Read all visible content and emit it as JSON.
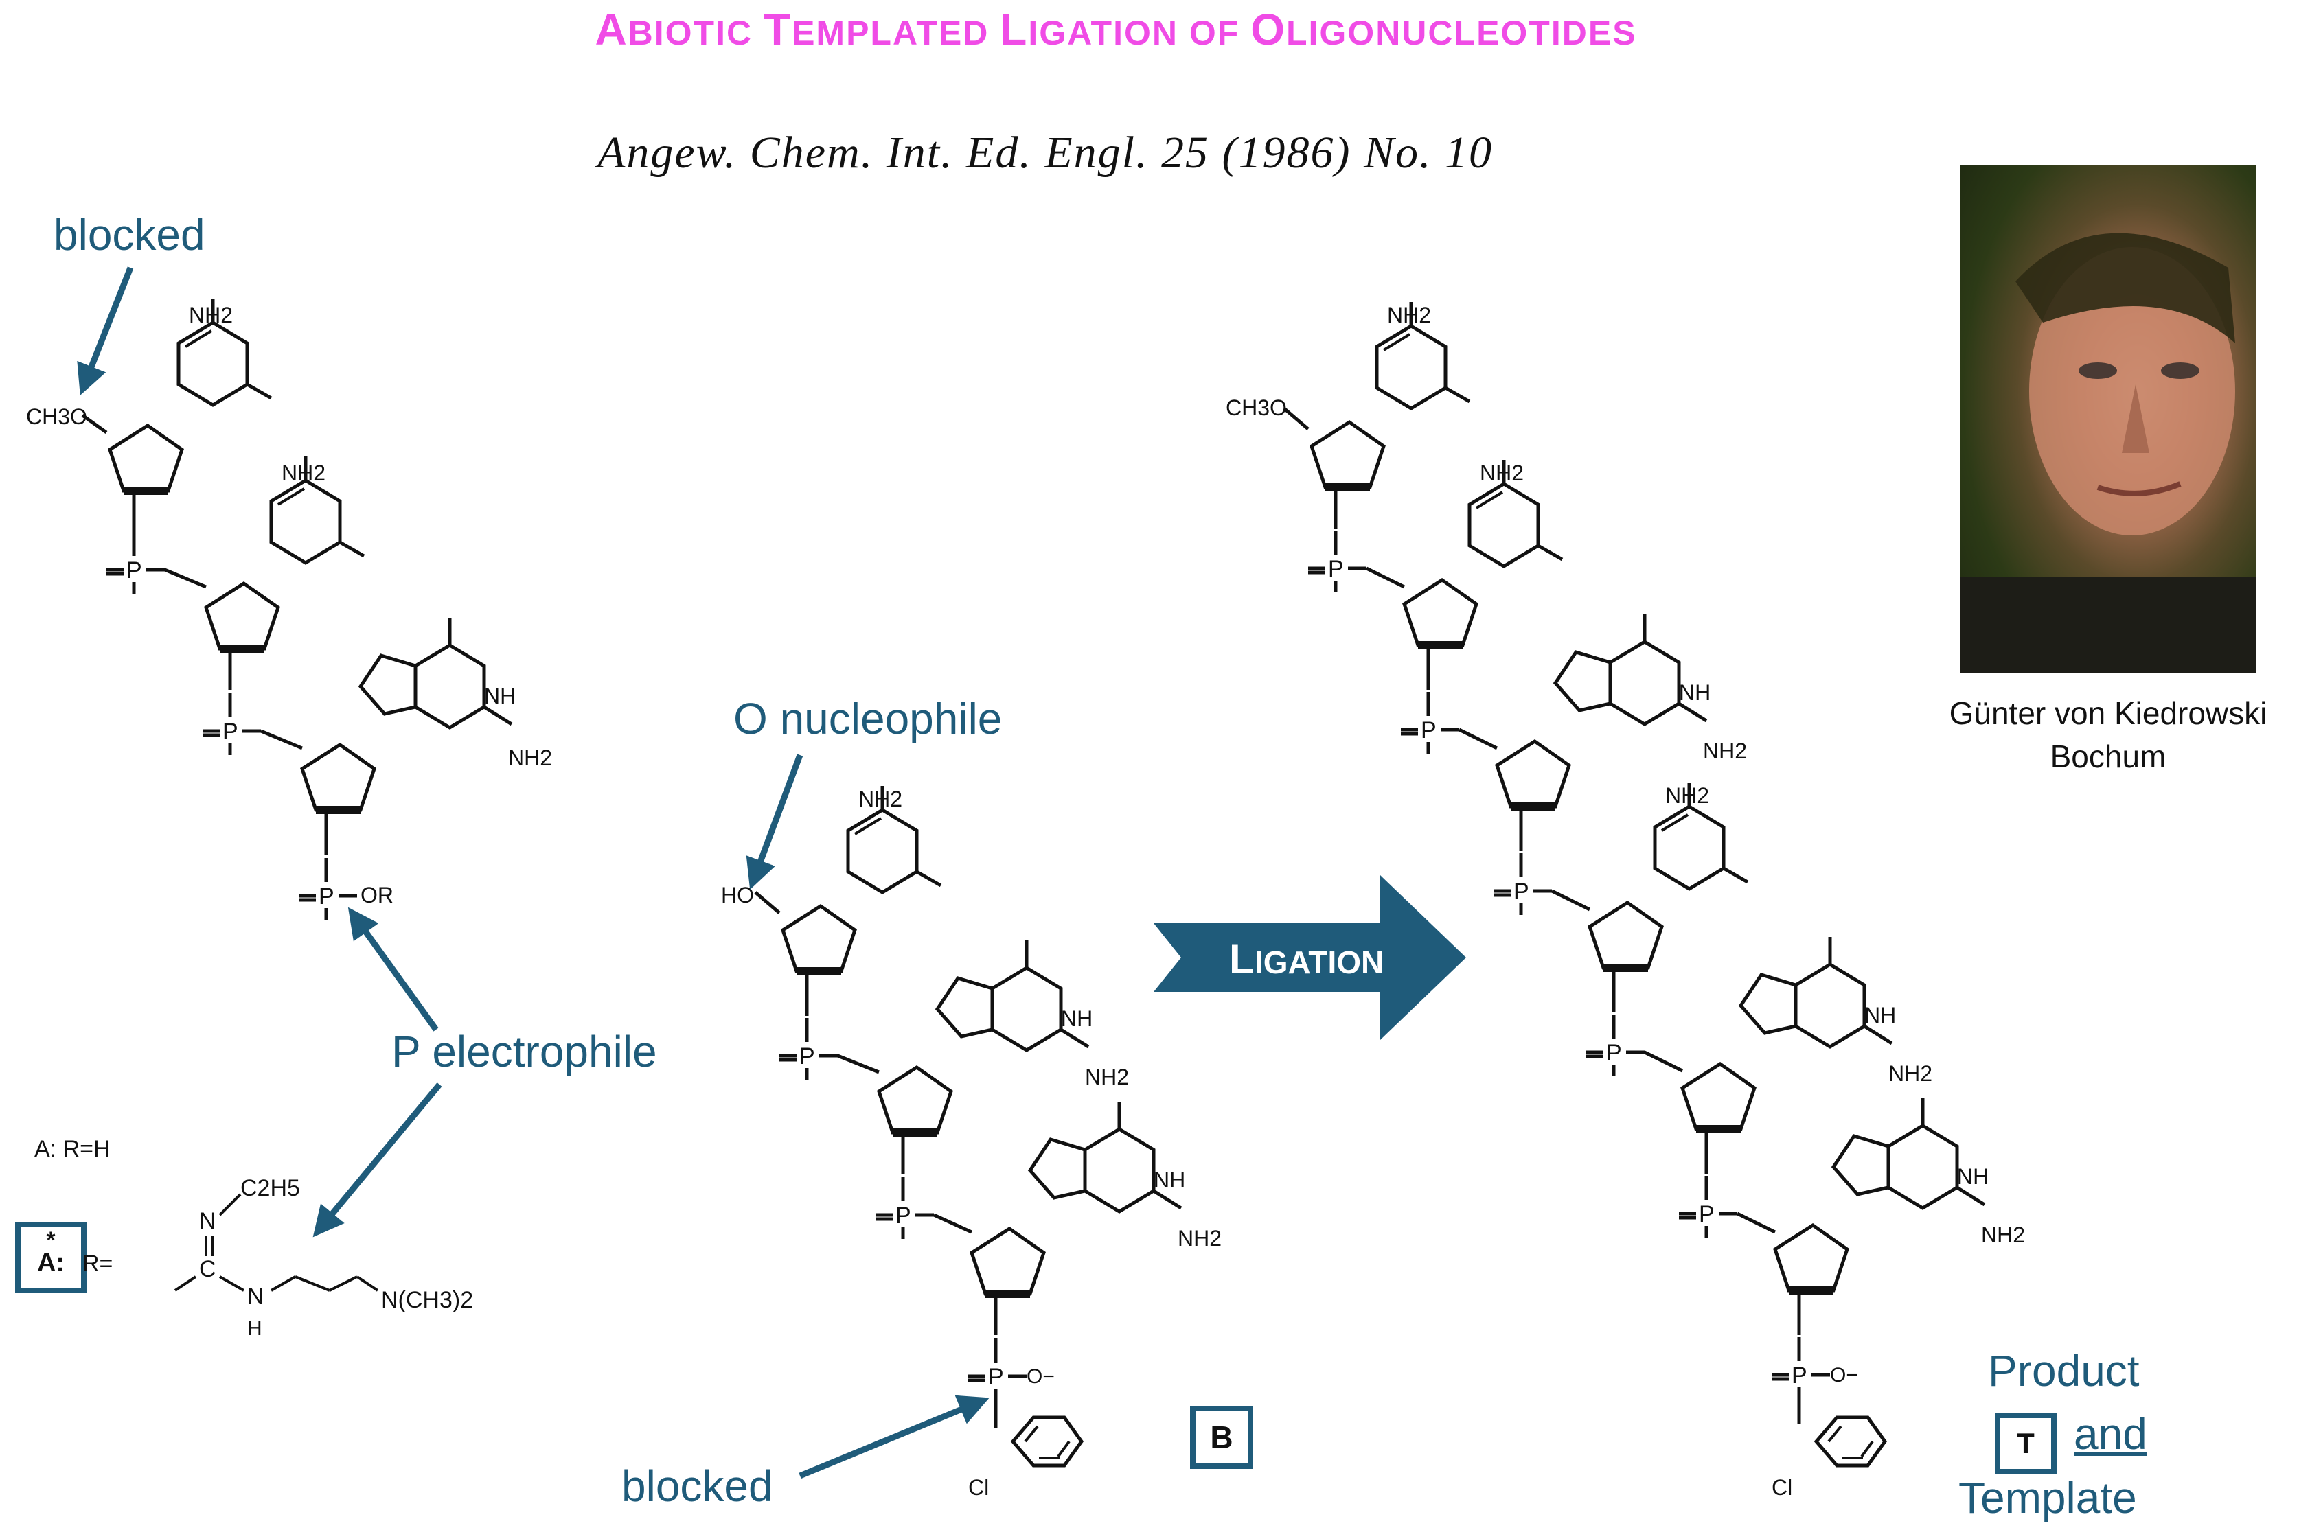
{
  "title": {
    "A": "A",
    "biotic": "BIOTIC ",
    "T": "T",
    "emplated": "EMPLATED ",
    "L": "L",
    "igation": "IGATION OF ",
    "O": "O",
    "ligo": "LIGONUCLEOTIDES"
  },
  "citation": "Angew. Chem. Int. Ed. Engl. 25 (1986) No. 10",
  "labels": {
    "blocked_top": "blocked",
    "o_nucleophile": "O nucleophile",
    "p_electrophile": "P electrophile",
    "blocked_bottom": "blocked",
    "ligation_L": "L",
    "ligation_rest": "IGATION",
    "product": "Product",
    "and": "and",
    "template": "Template"
  },
  "boxes": {
    "astar": "A:",
    "star": "*",
    "b": "B",
    "t": "T"
  },
  "legend": {
    "a_rh": "A:  R=H",
    "r_eq": "R="
  },
  "person": {
    "name": "Günter von Kiedrowski",
    "place": "Bochum"
  },
  "chem": {
    "nh2": "NH2",
    "ch3o": "CH3O",
    "ho": "HO",
    "o": "O",
    "n": "N",
    "nh": "NH",
    "p": "P",
    "or": "OR",
    "cl": "Cl",
    "c2h5": "C2H5",
    "ch3n": "N(CH3)2",
    "c": "C",
    "h": "H",
    "o_minus": "O−"
  },
  "colors": {
    "title": "#f04ce6",
    "accent": "#1f5b7a"
  }
}
